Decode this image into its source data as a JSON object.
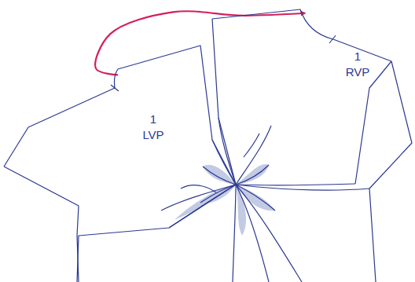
{
  "diagram": {
    "nodes": [
      {
        "text": [
          "1",
          "LVP"
        ]
      },
      {
        "text": [
          "1",
          "RVP"
        ]
      }
    ],
    "edges": [
      {
        "from": 0,
        "to": 1,
        "arrow": "to"
      }
    ]
  }
}
